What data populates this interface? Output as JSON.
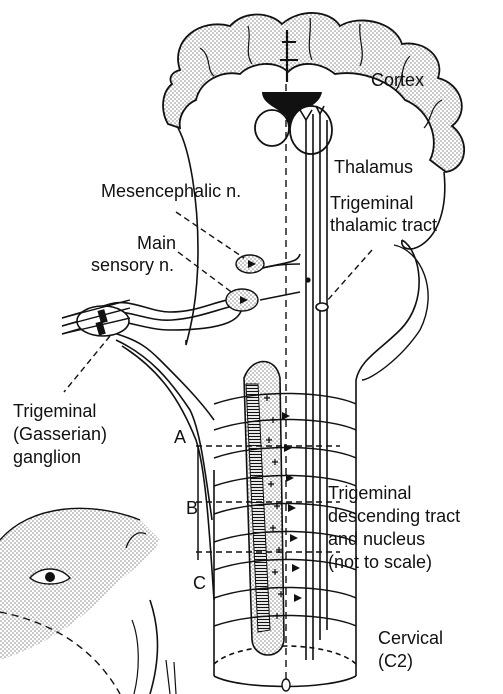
{
  "labels": {
    "cortex": "Cortex",
    "thalamus": "Thalamus",
    "mesencephalic": "Mesencephalic n.",
    "main_sensory_1": "Main",
    "main_sensory_2": "sensory n.",
    "trig_thalamic_1": "Trigeminal",
    "trig_thalamic_2": "thalamic tract",
    "ganglion_1": "Trigeminal",
    "ganglion_2": "(Gasserian)",
    "ganglion_3": "ganglion",
    "zone_a": "A",
    "zone_b": "B",
    "zone_c": "C",
    "descending_1": "Trigeminal",
    "descending_2": "descending tract",
    "descending_3": "and nucleus",
    "descending_4": "(not to scale)",
    "cervical_1": "Cervical",
    "cervical_2": "(C2)"
  },
  "colors": {
    "ink": "#111111",
    "stipple": "#9a9a9a",
    "background": "#ffffff"
  }
}
